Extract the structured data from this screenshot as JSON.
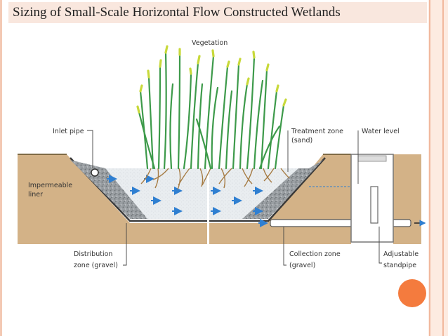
{
  "slide": {
    "title": "Sizing of Small-Scale Horizontal Flow Constructed Wetlands"
  },
  "diagram": {
    "labels": {
      "vegetation": "Vegetation",
      "inlet_pipe": "Inlet pipe",
      "impermeable_line1": "Impermeable",
      "impermeable_line2": "liner",
      "treatment_line1": "Treatment zone",
      "treatment_line2": "(sand)",
      "water_level": "Water level",
      "distribution_line1": "Distribution",
      "distribution_line2": "zone (gravel)",
      "collection_line1": "Collection zone",
      "collection_line2": "(gravel)",
      "standpipe_line1": "Adjustable",
      "standpipe_line2": "standpipe"
    },
    "colors": {
      "soil": "#d3b287",
      "gravel": "#9a9fa3",
      "sand": "#e9edf0",
      "water_arrow": "#2f7fd1",
      "reed_green": "#3d9a4a",
      "reed_tip": "#c8d93a",
      "roots": "#a67c45",
      "accent_dot": "#f47b3e",
      "header_band": "#f9e7de"
    }
  }
}
